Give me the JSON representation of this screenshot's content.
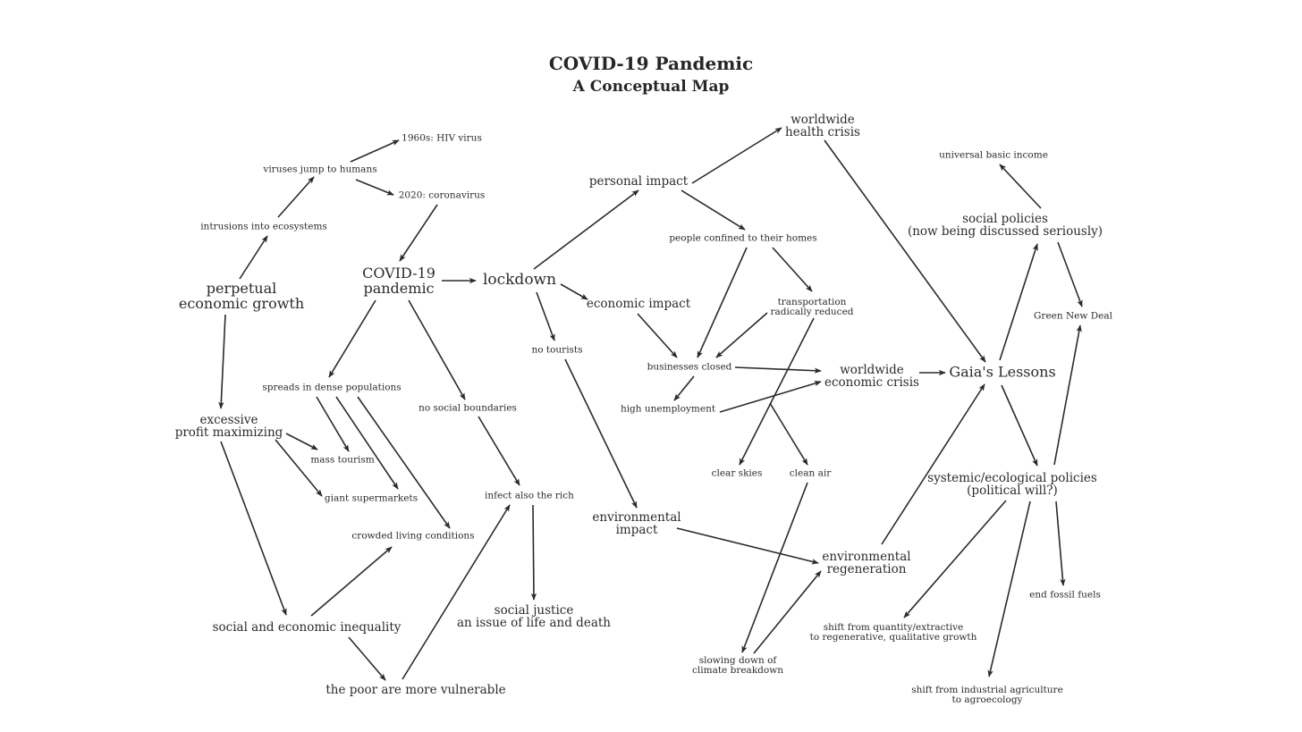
{
  "title": "COVID-19 Pandemic",
  "subtitle": "A Conceptual Map",
  "nodes": {
    "hiv": "1960s: HIV virus",
    "viruses_jump": "viruses jump to humans",
    "coronavirus": "2020: coronavirus",
    "intrusions": "intrusions into ecosystems",
    "perpetual_growth": "perpetual\neconomic growth",
    "covid_pandemic": "COVID-19\npandemic",
    "lockdown": "lockdown",
    "spreads_dense": "spreads in dense populations",
    "no_social_boundaries": "no social boundaries",
    "excessive_profit": "excessive\nprofit maximizing",
    "mass_tourism": "mass tourism",
    "giant_supermarkets": "giant supermarkets",
    "infect_rich": "infect also the rich",
    "crowded_living": "crowded living conditions",
    "social_justice": "social justice\nan issue of life and death",
    "social_inequality": "social and economic inequality",
    "poor_vulnerable": "the poor are more vulnerable",
    "personal_impact": "personal impact",
    "worldwide_health": "worldwide\nhealth crisis",
    "confined_homes": "people confined to their homes",
    "economic_impact": "economic impact",
    "transportation": "transportation\nradically reduced",
    "no_tourists": "no tourists",
    "businesses_closed": "businesses closed",
    "high_unemployment": "high unemployment",
    "worldwide_economic": "worldwide\neconomic crisis",
    "clear_skies": "clear skies",
    "clean_air": "clean air",
    "environmental_impact": "environmental\nimpact",
    "environmental_regeneration": "environmental\nregeneration",
    "slowing_climate": "slowing down of\nclimate breakdown",
    "gaias_lessons": "Gaia's Lessons",
    "universal_basic_income": "universal basic income",
    "social_policies": "social policies\n(now being discussed seriously)",
    "green_new_deal": "Green New Deal",
    "systemic_policies": "systemic/ecological policies\n(political will?)",
    "end_fossil": "end fossil fuels",
    "shift_quantity": "shift from quantity/extractive\nto regenerative, qualitative growth",
    "shift_agriculture": "shift from industrial agriculture\nto agroecology"
  }
}
